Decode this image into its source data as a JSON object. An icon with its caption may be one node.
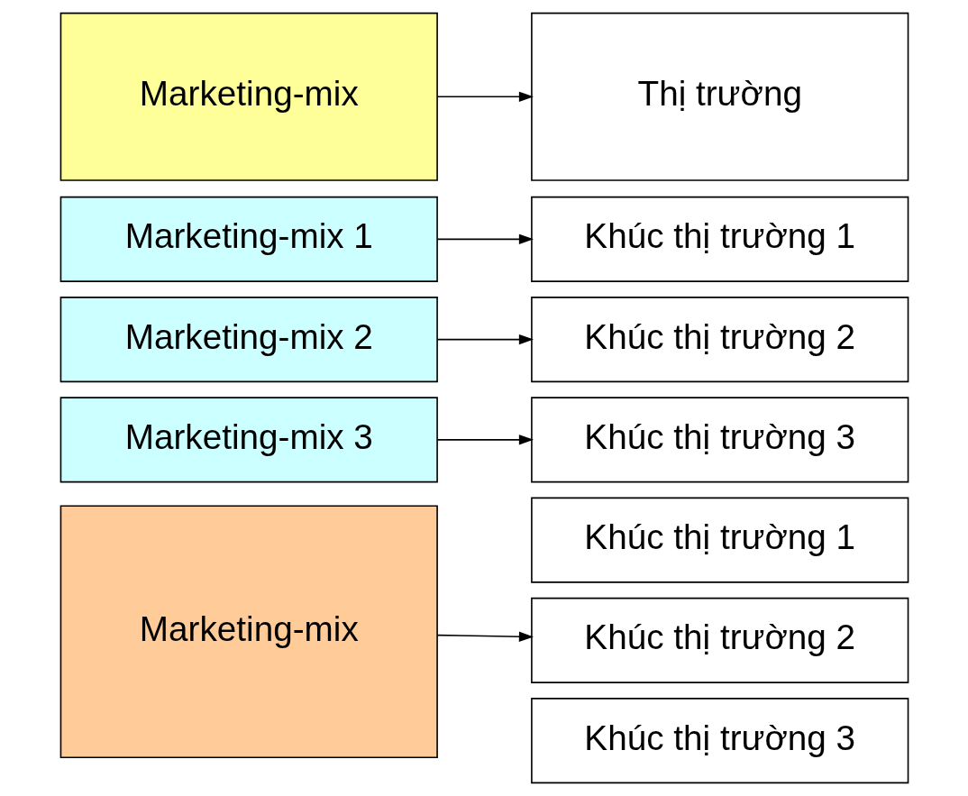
{
  "diagram": {
    "nodes": [
      {
        "text": [
          "Marketing-mix"
        ]
      },
      {
        "text": [
          "Thị trường"
        ]
      },
      {
        "text": [
          "Marketing-mix 1"
        ]
      },
      {
        "text": [
          "Khúc thị trường 1"
        ]
      },
      {
        "text": [
          "Marketing-mix 2"
        ]
      },
      {
        "text": [
          "Khúc thị trường 2"
        ]
      },
      {
        "text": [
          "Marketing-mix 3"
        ]
      },
      {
        "text": [
          "Khúc thị trường 3"
        ]
      },
      {
        "text": [
          "Marketing-mix"
        ]
      },
      {
        "text": [
          "Khúc thị trường 1"
        ]
      },
      {
        "text": [
          "Khúc thị trường 2"
        ]
      },
      {
        "text": [
          "Khúc thị trường 3"
        ]
      }
    ],
    "edges": [
      {
        "from": 0,
        "to": 1,
        "arrow": "to"
      },
      {
        "from": 2,
        "to": 3,
        "arrow": "to"
      },
      {
        "from": 4,
        "to": 5,
        "arrow": "to"
      },
      {
        "from": 6,
        "to": 7,
        "arrow": "to"
      },
      {
        "from": 8,
        "to": 10,
        "arrow": "to"
      }
    ]
  }
}
